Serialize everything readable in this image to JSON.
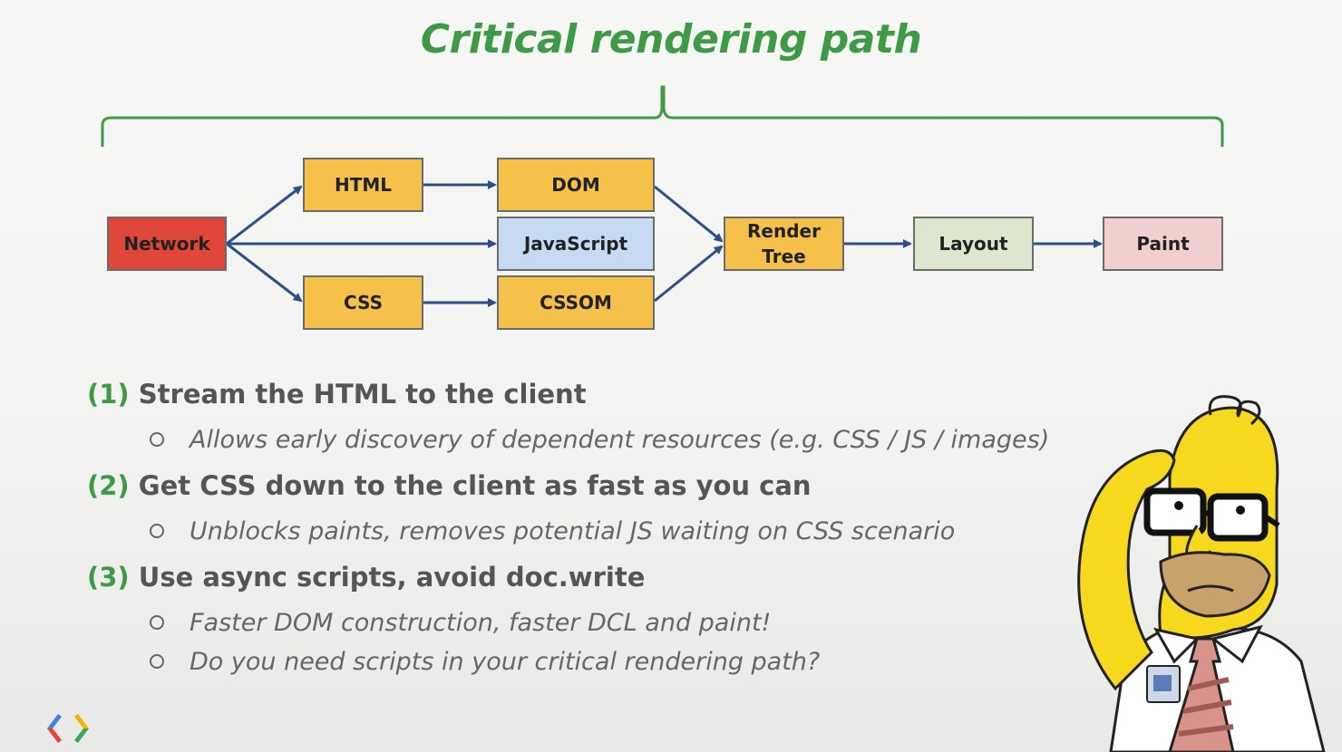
{
  "title": "Critical rendering path",
  "diagram": {
    "network": "Network",
    "html": "HTML",
    "css": "CSS",
    "dom": "DOM",
    "javascript": "JavaScript",
    "cssom": "CSSOM",
    "render_tree_line1": "Render",
    "render_tree_line2": "Tree",
    "layout": "Layout",
    "paint": "Paint"
  },
  "points": [
    {
      "num": "(1)",
      "text": "Stream the HTML to the client",
      "subs": [
        "Allows early discovery of dependent resources (e.g. CSS / JS / images)"
      ]
    },
    {
      "num": "(2)",
      "text": "Get CSS down to the client as fast as you can",
      "subs": [
        "Unblocks paints, removes potential JS waiting on CSS scenario"
      ]
    },
    {
      "num": "(3)",
      "text": "Use async scripts, avoid doc.write",
      "subs": [
        "Faster DOM construction, faster DCL and paint!",
        "Do you need scripts in your critical rendering path?"
      ]
    }
  ],
  "colors": {
    "accent_green": "#3f9a48",
    "box_orange": "#f6c14a",
    "box_red": "#e0463a",
    "box_blue": "#c6daf3",
    "box_green": "#dbe8cf",
    "box_pink": "#f2cfcf",
    "arrow_blue": "#2b4f8a"
  },
  "icons": {
    "logo": "google-developers-logo",
    "character": "thinking-cartoon-character"
  }
}
